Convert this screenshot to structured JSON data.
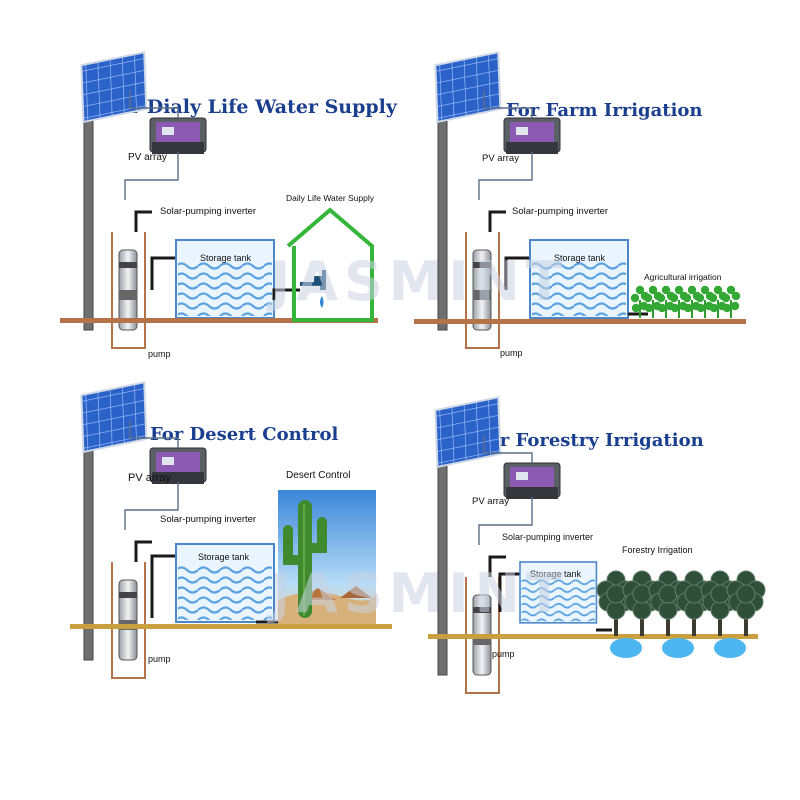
{
  "watermark": "JASMINT",
  "panels": [
    {
      "title": "For Dialy Life Water Supply",
      "pv_label": "PV array",
      "inverter_label": "Solar-pumping inverter",
      "tank_label": "Storage tank",
      "pump_label": "pump",
      "use_label": "Daily Life Water Supply",
      "use_icon": "house-faucet-icon"
    },
    {
      "title": "For Farm Irrigation",
      "pv_label": "PV array",
      "inverter_label": "Solar-pumping inverter",
      "tank_label": "Storage tank",
      "pump_label": "pump",
      "use_label": "Agricultural irrigation",
      "use_icon": "crops-icon"
    },
    {
      "title": "For Desert Control",
      "pv_label": "PV array",
      "inverter_label": "Solar-pumping inverter",
      "tank_label": "Storage tank",
      "pump_label": "pump",
      "use_label": "Desert Control",
      "use_icon": "cactus-scene-icon"
    },
    {
      "title": "For Forestry Irrigation",
      "pv_label": "PV array",
      "inverter_label": "Solar-pumping inverter",
      "tank_label": "Storage tank",
      "pump_label": "pump",
      "use_label": "Forestry Irrigation",
      "use_icon": "trees-icon"
    }
  ],
  "colors": {
    "title": "#1b3f8f",
    "ground_brown": "#b5734a",
    "ground_gold": "#c8a040",
    "pipe": "#1a1a1a",
    "tank_outline": "#4a86c8",
    "wave": "#5aa3e0",
    "panel_blue": "#2b62c9",
    "house_green": "#35b63a",
    "plant_green": "#2e9c2e",
    "tree_dark": "#2f4f3a"
  }
}
